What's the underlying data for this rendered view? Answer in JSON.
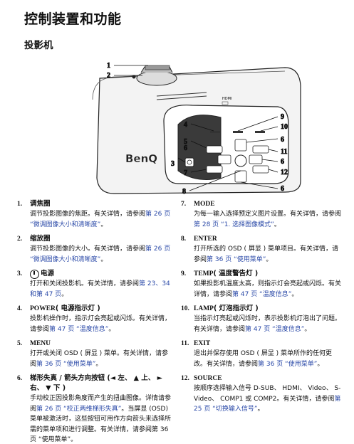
{
  "page": {
    "title": "控制装置和功能",
    "section": "投影机"
  },
  "figure": {
    "brand": "BenQ",
    "badge_top": "HDMI",
    "callouts": [
      "1",
      "2",
      "3",
      "4",
      "5",
      "6",
      "6",
      "6",
      "6",
      "7",
      "8",
      "9",
      "10",
      "11",
      "12"
    ]
  },
  "items_left": [
    {
      "num": "1.",
      "title": "调焦圈",
      "desc_pre": "调节投影图像的焦距。有关详情，请参阅",
      "link": "第 26 页 “微调图像大小和清晰度”",
      "desc_post": "。"
    },
    {
      "num": "2.",
      "title": "缩放圈",
      "desc_pre": "调节投影图像的大小。有关详情，请参阅",
      "link": "第 26 页 “微调图像大小和清晰度”",
      "desc_post": "。"
    },
    {
      "num": "3.",
      "title": "电源",
      "desc_pre": "打开和关闭投影机。有关详情，请参阅",
      "link": "第 23、34 和第 47 页",
      "desc_post": "。"
    },
    {
      "num": "4.",
      "title_latin": "POWER",
      "title": " ( 电源指示灯 )",
      "desc_pre": "投影机操作时，指示灯会亮起或闪烁。有关详情，请参阅",
      "link": "第 47 页 “温度信息”",
      "desc_post": "。"
    },
    {
      "num": "5.",
      "title_latin": "MENU",
      "title": "",
      "desc_pre": "打开或关闭 OSD ( 屏显 ) 菜单。有关详情，请参阅",
      "link": "第 36 页 “使用菜单”",
      "desc_post": "。"
    },
    {
      "num": "6.",
      "title": "梯形失真 / 箭头方向按钮 (◄ 左、 ▲ 上、 ► 右、 ▼ 下 )",
      "desc_pre": "手动校正因投影角度而产生的扭曲图像。详情请参阅",
      "link": "第 26 页 “校正两维梯形失真”",
      "desc_post": "。当屏显 (OSD) 菜单被激活时，这些按钮可用作方向箭头来选择所需的菜单项和进行调整。有关详情，请参阅第 36 页 “使用菜单”。"
    }
  ],
  "items_right": [
    {
      "num": "7.",
      "title_latin": "MODE",
      "title": "",
      "desc_pre": "为每一输入选择预定义图片设置。有关详情，请参阅",
      "link": "第 28 页 “1. 选择图像模式”",
      "desc_post": "。"
    },
    {
      "num": "8.",
      "title_latin": "ENTER",
      "title": "",
      "desc_pre": "打开所选的 OSD ( 屏显 ) 菜单项目。有关详情，请参阅",
      "link": "第 36 页 “使用菜单”",
      "desc_post": "。"
    },
    {
      "num": "9.",
      "title_latin": "TEMP",
      "title": " ( 温度警告灯 )",
      "desc_pre": "如果投影机温度太高，则指示灯会亮起或闪烁。有关详情，请参阅",
      "link": "第 47 页 “温度信息”",
      "desc_post": "。"
    },
    {
      "num": "10.",
      "title_latin": "LAMP",
      "title": " ( 灯泡指示灯 )",
      "desc_pre": "当指示灯亮起或闪烁时，表示投影机灯泡出了问题。有关详情，请参阅",
      "link": "第 47 页 “温度信息”",
      "desc_post": "。"
    },
    {
      "num": "11.",
      "title_latin": "EXIT",
      "title": "",
      "desc_pre": "退出并保存使用 OSD ( 屏显 ) 菜单所作的任何更改。有关详情，请参阅",
      "link": "第 36 页 “使用菜单”",
      "desc_post": "。"
    },
    {
      "num": "12.",
      "title_latin": "SOURCE",
      "title": "",
      "desc_pre": "按顺序选择输入信号 D-SUB、 HDMI、 Video、 S-Video、 COMP1 或 COMP2。有关详情，请参阅",
      "link": "第 25 页 “切换输入信号”",
      "desc_post": "。"
    }
  ]
}
